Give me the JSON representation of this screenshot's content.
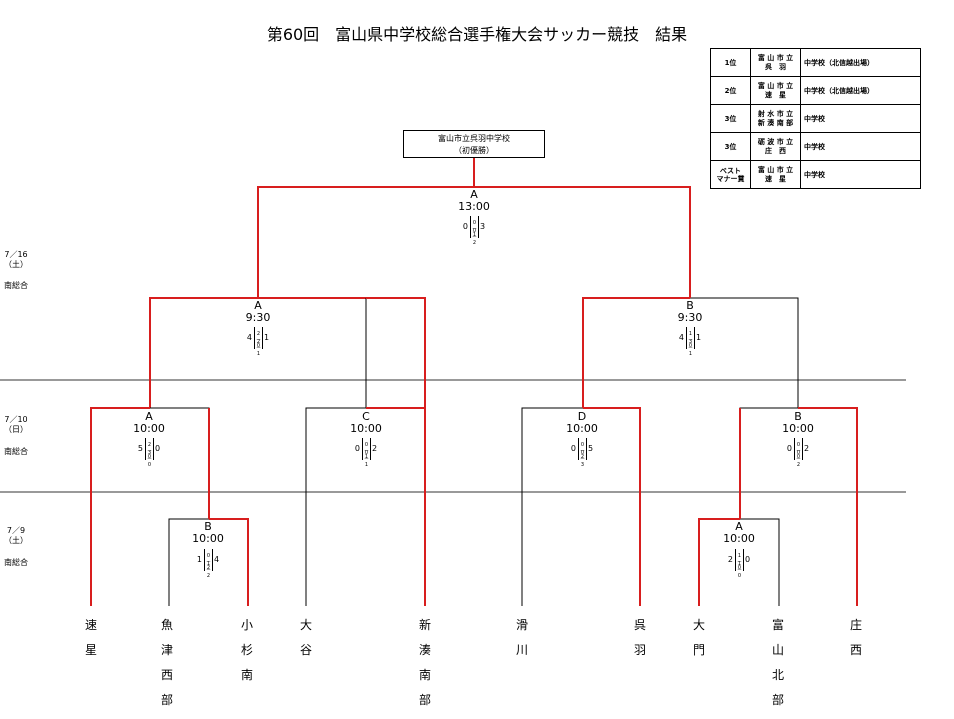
{
  "title": "第60回　富山県中学校総合選手権大会サッカー競技　結果",
  "champion_box": {
    "line1": "富山市立呉羽中学校",
    "line2": "（初優勝）"
  },
  "results_table": [
    {
      "rank": "1位",
      "school_top": "富 山 市 立",
      "school_bottom": "呉　羽",
      "desc": "中学校（北信越出場）"
    },
    {
      "rank": "2位",
      "school_top": "富 山 市 立",
      "school_bottom": "速　星",
      "desc": "中学校（北信越出場）"
    },
    {
      "rank": "3位",
      "school_top": "射 水 市 立",
      "school_bottom": "新 湊 南 部",
      "desc": "中学校"
    },
    {
      "rank": "3位",
      "school_top": "砺 波 市 立",
      "school_bottom": "庄　西",
      "desc": "中学校"
    },
    {
      "rank": "ベスト\nマナー賞",
      "school_top": "富 山 市 立",
      "school_bottom": "速　星",
      "desc": "中学校"
    }
  ],
  "dates": [
    {
      "date": "7／16",
      "day": "（土）",
      "venue": "南総合"
    },
    {
      "date": "7／10",
      "day": "（日）",
      "venue": "南総合"
    },
    {
      "date": "7／9",
      "day": "（土）",
      "venue": "南総合"
    }
  ],
  "teams": [
    "速星",
    "魚津西部",
    "小杉南",
    "大谷",
    "新湊南部",
    "滑川",
    "呉羽",
    "大門",
    "富山北部",
    "庄西"
  ],
  "matches": [
    {
      "id": "final",
      "label": "A",
      "time": "13:00",
      "left": "0",
      "right": "3",
      "half1": "0－1",
      "half2": "0－2"
    },
    {
      "id": "sf1",
      "label": "A",
      "time": "9:30",
      "left": "4",
      "right": "1",
      "half1": "2－0",
      "half2": "2－1"
    },
    {
      "id": "sf2",
      "label": "B",
      "time": "9:30",
      "left": "4",
      "right": "1",
      "half1": "1－0",
      "half2": "3－1"
    },
    {
      "id": "qf1",
      "label": "A",
      "time": "10:00",
      "left": "5",
      "right": "0",
      "half1": "2－0",
      "half2": "3－0"
    },
    {
      "id": "qf2",
      "label": "C",
      "time": "10:00",
      "left": "0",
      "right": "2",
      "half1": "0－1",
      "half2": "0－1"
    },
    {
      "id": "qf3",
      "label": "D",
      "time": "10:00",
      "left": "0",
      "right": "5",
      "half1": "0－2",
      "half2": "0－3"
    },
    {
      "id": "qf4",
      "label": "B",
      "time": "10:00",
      "left": "0",
      "right": "2",
      "half1": "0－0",
      "half2": "0－2"
    },
    {
      "id": "r1a",
      "label": "B",
      "time": "10:00",
      "left": "1",
      "right": "4",
      "half1": "0－2",
      "half2": "1－2"
    },
    {
      "id": "r1b",
      "label": "A",
      "time": "10:00",
      "left": "2",
      "right": "0",
      "half1": "1－0",
      "half2": "1－0"
    }
  ],
  "colors": {
    "winner_line": "#d81e1e",
    "loser_line": "#000000",
    "divider": "#333333"
  }
}
